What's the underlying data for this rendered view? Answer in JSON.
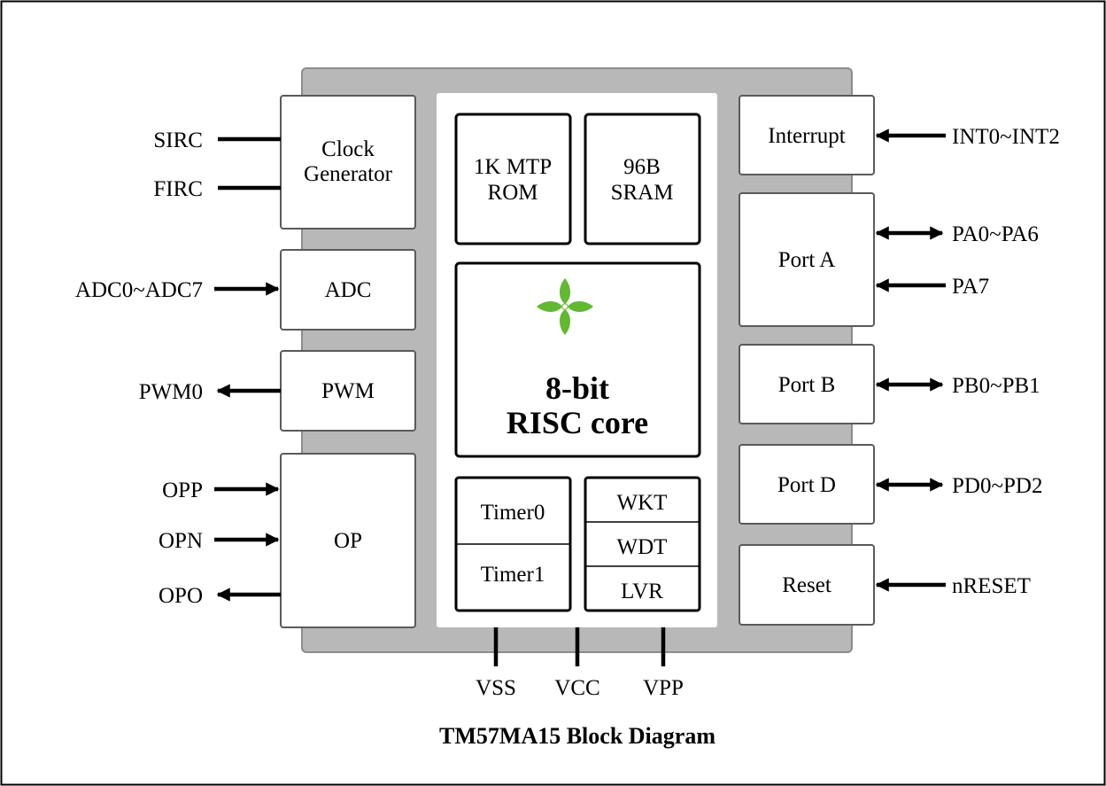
{
  "title": "TM57MA15 Block Diagram",
  "colors": {
    "border": "#000000",
    "chip_body": "#b8b8b8",
    "chip_border": "#8c8c8c",
    "block_fill": "#ffffff",
    "block_border": "#5a5a5a",
    "logo_green": "#63b832"
  },
  "left_blocks": {
    "clock": {
      "line1": "Clock",
      "line2": "Generator"
    },
    "adc": "ADC",
    "pwm": "PWM",
    "op": "OP"
  },
  "left_pins": {
    "sirc": "SIRC",
    "firc": "FIRC",
    "adc": "ADC0~ADC7",
    "pwm": "PWM0",
    "opp": "OPP",
    "opn": "OPN",
    "opo": "OPO"
  },
  "center": {
    "rom": {
      "line1": "1K MTP",
      "line2": "ROM"
    },
    "sram": {
      "line1": "96B",
      "line2": "SRAM"
    },
    "core": {
      "line1": "8-bit",
      "line2": "RISC core"
    },
    "timer0": "Timer0",
    "timer1": "Timer1",
    "wkt": "WKT",
    "wdt": "WDT",
    "lvr": "LVR",
    "logo_icon": "four-leaf-logo-icon"
  },
  "right_blocks": {
    "interrupt": "Interrupt",
    "porta": "Port A",
    "portb": "Port B",
    "portd": "Port D",
    "reset": "Reset"
  },
  "right_pins": {
    "int": "INT0~INT2",
    "pa06": "PA0~PA6",
    "pa7": "PA7",
    "pb": "PB0~PB1",
    "pd": "PD0~PD2",
    "nreset": "nRESET"
  },
  "power_pins": {
    "vss": "VSS",
    "vcc": "VCC",
    "vpp": "VPP"
  }
}
